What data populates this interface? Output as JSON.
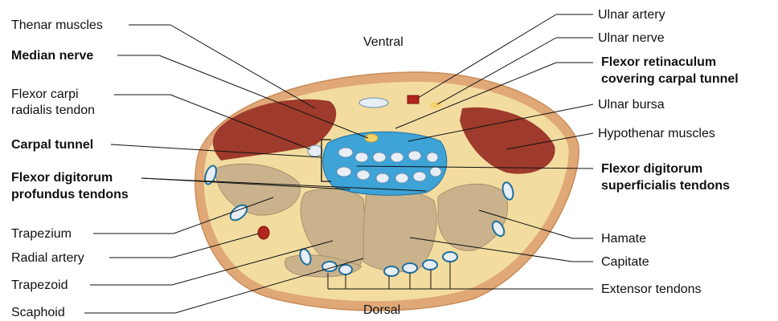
{
  "orientation": {
    "top": "Ventral",
    "bottom": "Dorsal"
  },
  "labels_left": {
    "thenar_muscles": "Thenar muscles",
    "median_nerve": "Median nerve",
    "flexor_carpi_radialis": [
      "Flexor carpi",
      "radialis tendon"
    ],
    "carpal_tunnel": "Carpal tunnel",
    "fdp_tendons": [
      "Flexor digitorum",
      "profundus tendons"
    ],
    "trapezium": "Trapezium",
    "radial_artery": "Radial artery",
    "trapezoid": "Trapezoid",
    "scaphoid": "Scaphoid"
  },
  "labels_right": {
    "ulnar_artery": "Ulnar artery",
    "ulnar_nerve": "Ulnar nerve",
    "flexor_retinaculum": [
      "Flexor retinaculum",
      "covering carpal tunnel"
    ],
    "ulnar_bursa": "Ulnar bursa",
    "hypothenar_muscles": "Hypothenar muscles",
    "fds_tendons": [
      "Flexor digitorum",
      "superficialis tendons"
    ],
    "hamate": "Hamate",
    "capitate": "Capitate",
    "extensor_tendons": "Extensor tendons"
  },
  "colors": {
    "skin": "#e0a877",
    "subcutaneous": "#f3dca0",
    "muscle": "#9e3b2c",
    "bone": "#c9b28c",
    "bursa": "#3ea3d6",
    "tendon": "#e8eef6",
    "artery": "#b3261e",
    "nerve": "#f3d36a"
  }
}
